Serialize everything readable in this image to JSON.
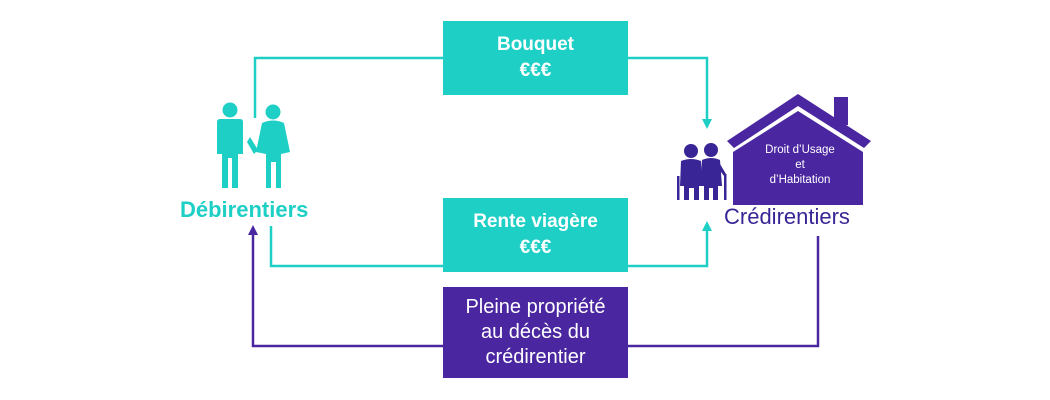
{
  "debirentiers": {
    "label": "Débirentiers"
  },
  "credirentiers": {
    "label": "Crédirentiers"
  },
  "bouquet": {
    "line1": "Bouquet",
    "line2": "€€€"
  },
  "rente": {
    "line1": "Rente viagère",
    "line2": "€€€"
  },
  "propriete": {
    "line1": "Pleine propriété",
    "line2": "au décès du",
    "line3": "crédirentier"
  },
  "house": {
    "line1": "Droit d’Usage",
    "line2": "et",
    "line3": "d’Habitation"
  },
  "colors": {
    "teal": "#1ecfc6",
    "purple": "#4a26a0",
    "dark_purple": "#3a2596"
  }
}
